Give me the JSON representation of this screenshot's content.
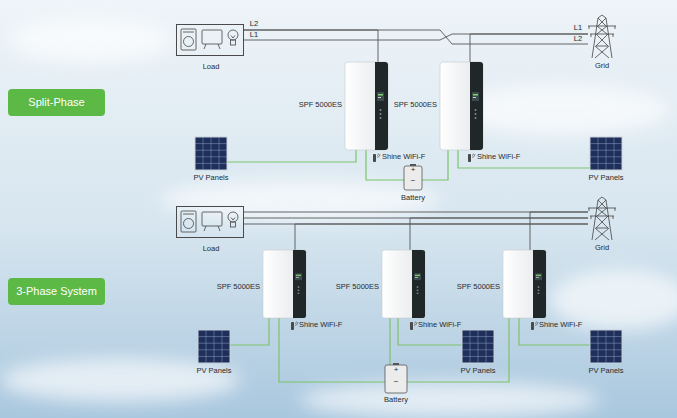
{
  "diagram": {
    "nodes": [
      {
        "text": [
          "Split-Phase"
        ]
      },
      {
        "text": [
          "Load"
        ]
      },
      {
        "text": [
          "Grid"
        ]
      },
      {
        "text": [
          "SPF 5000ES",
          "Shine WiFi-F"
        ]
      },
      {
        "text": [
          "SPF 5000ES",
          "Shine WiFi-F"
        ]
      },
      {
        "text": [
          "PV Panels"
        ]
      },
      {
        "text": [
          "Battery"
        ]
      },
      {
        "text": [
          "PV Panels"
        ]
      },
      {
        "text": [
          "3-Phase System"
        ]
      },
      {
        "text": [
          "Load"
        ]
      },
      {
        "text": [
          "Grid"
        ]
      },
      {
        "text": [
          "SPF 5000ES",
          "Shine WiFi-F"
        ]
      },
      {
        "text": [
          "SPF 5000ES",
          "Shine WiFi-F"
        ]
      },
      {
        "text": [
          "SPF 5000ES",
          "Shine WiFi-F"
        ]
      },
      {
        "text": [
          "PV Panels"
        ]
      },
      {
        "text": [
          "PV Panels"
        ]
      },
      {
        "text": [
          "PV Panels"
        ]
      },
      {
        "text": [
          "Battery"
        ]
      }
    ],
    "edges": [
      {
        "from": 1,
        "to": 2,
        "arrow": "none"
      },
      {
        "from": 1,
        "to": 2,
        "arrow": "none"
      },
      {
        "from": 3,
        "to": 1,
        "arrow": "none"
      },
      {
        "from": 4,
        "to": 2,
        "arrow": "none"
      },
      {
        "from": 5,
        "to": 3,
        "arrow": "none"
      },
      {
        "from": 6,
        "to": 3,
        "arrow": "none"
      },
      {
        "from": 6,
        "to": 4,
        "arrow": "none"
      },
      {
        "from": 7,
        "to": 4,
        "arrow": "none"
      },
      {
        "from": 9,
        "to": 10,
        "arrow": "none"
      },
      {
        "from": 9,
        "to": 10,
        "arrow": "none"
      },
      {
        "from": 9,
        "to": 10,
        "arrow": "none"
      },
      {
        "from": 11,
        "to": 10,
        "arrow": "none"
      },
      {
        "from": 12,
        "to": 10,
        "arrow": "none"
      },
      {
        "from": 13,
        "to": 10,
        "arrow": "none"
      },
      {
        "from": 14,
        "to": 11,
        "arrow": "none"
      },
      {
        "from": 17,
        "to": 11,
        "arrow": "none"
      },
      {
        "from": 15,
        "to": 12,
        "arrow": "none"
      },
      {
        "from": 17,
        "to": 12,
        "arrow": "none"
      },
      {
        "from": 16,
        "to": 13,
        "arrow": "none"
      },
      {
        "from": 17,
        "to": 13,
        "arrow": "none"
      }
    ],
    "labels": [
      "L2",
      "L1",
      "L1",
      "L2",
      "+",
      "−",
      "+",
      "−"
    ]
  }
}
